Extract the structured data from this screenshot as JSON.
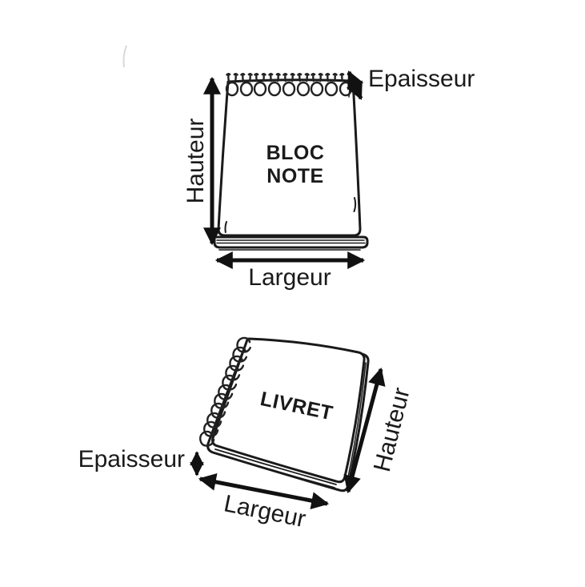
{
  "colors": {
    "ink": "#1a1a1a",
    "background": "#ffffff"
  },
  "bloc_note": {
    "title_line1": "BLOC",
    "title_line2": "NOTE",
    "height_label": "Hauteur",
    "width_label": "Largeur",
    "thickness_label": "Epaisseur"
  },
  "livret": {
    "title": "LIVRET",
    "height_label": "Hauteur",
    "width_label": "Largeur",
    "thickness_label": "Epaisseur"
  }
}
